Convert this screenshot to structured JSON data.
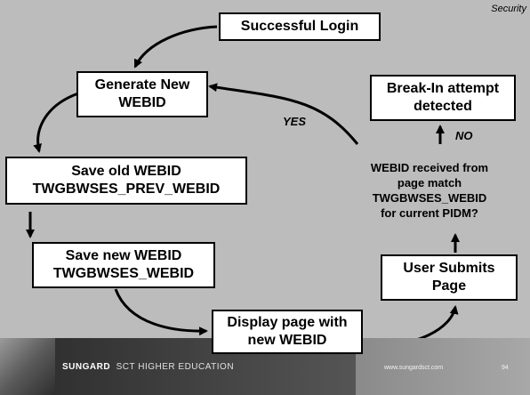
{
  "slide": {
    "category": "Security"
  },
  "nodes": {
    "successful_login": {
      "lines": [
        "Successful Login"
      ]
    },
    "generate_new_webid": {
      "lines": [
        "Generate New",
        "WEBID"
      ]
    },
    "save_old_webid": {
      "lines": [
        "Save old WEBID",
        "TWGBWSES_PREV_WEBID"
      ]
    },
    "save_new_webid": {
      "lines": [
        "Save new WEBID",
        "TWGBWSES_WEBID"
      ]
    },
    "display_page": {
      "lines": [
        "Display page with",
        "new WEBID"
      ]
    },
    "user_submits": {
      "lines": [
        "User Submits",
        "Page"
      ]
    },
    "webid_check": {
      "lines": [
        "WEBID received from",
        "page match",
        "TWGBWSES_WEBID",
        "for current PIDM?"
      ]
    },
    "break_in": {
      "lines": [
        "Break-In attempt",
        "detected"
      ]
    }
  },
  "edge_labels": {
    "yes": "YES",
    "no": "NO"
  },
  "footer": {
    "brand": "SUNGARD",
    "division": "SCT HIGHER EDUCATION",
    "url": "www.sungardsct.com",
    "page_number": "94"
  }
}
